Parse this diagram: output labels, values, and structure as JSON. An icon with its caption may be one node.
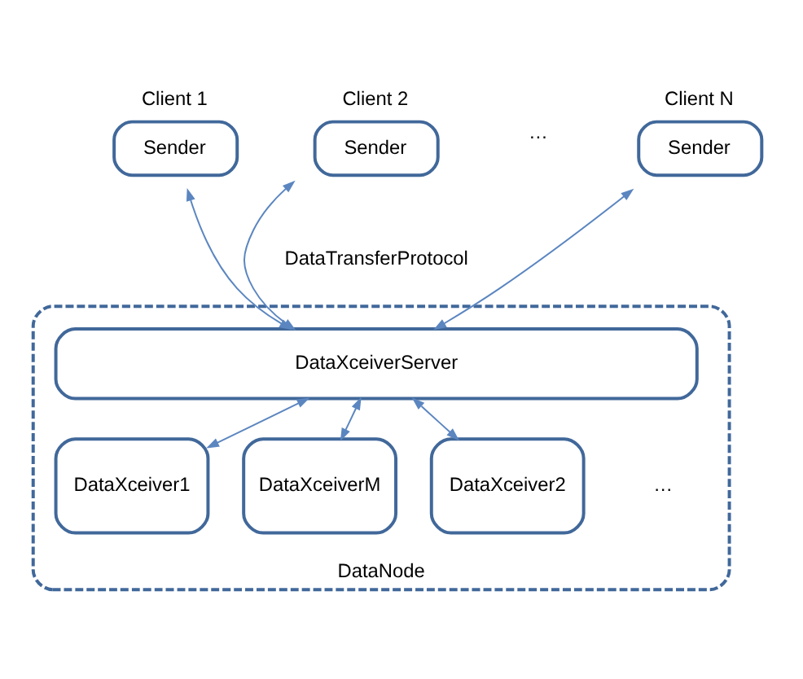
{
  "diagram": {
    "nodes": [
      {
        "text": [
          "Client 1",
          "Sender"
        ]
      },
      {
        "text": [
          "Client 2",
          "Sender"
        ]
      },
      {
        "text": [
          "Client N",
          "Sender"
        ]
      },
      {
        "text": [
          "DataNode"
        ]
      },
      {
        "text": [
          "DataXceiverServer"
        ],
        "in": 3
      },
      {
        "text": [
          "DataXceiver1"
        ],
        "in": 3
      },
      {
        "text": [
          "DataXceiver2"
        ],
        "in": 3
      },
      {
        "text": [
          "DataXceiverM"
        ],
        "in": 3
      }
    ],
    "edges": [
      {
        "from": 0,
        "to": 4,
        "arrow": "both"
      },
      {
        "from": 1,
        "to": 4,
        "arrow": "both"
      },
      {
        "from": 2,
        "to": 4,
        "arrow": "both"
      },
      {
        "from": 4,
        "to": 5,
        "arrow": "both"
      },
      {
        "from": 4,
        "to": 6,
        "arrow": "both"
      },
      {
        "from": 4,
        "to": 7,
        "arrow": "both"
      }
    ],
    "labels": [
      "…",
      "DataTransferProtocol",
      "…"
    ]
  }
}
